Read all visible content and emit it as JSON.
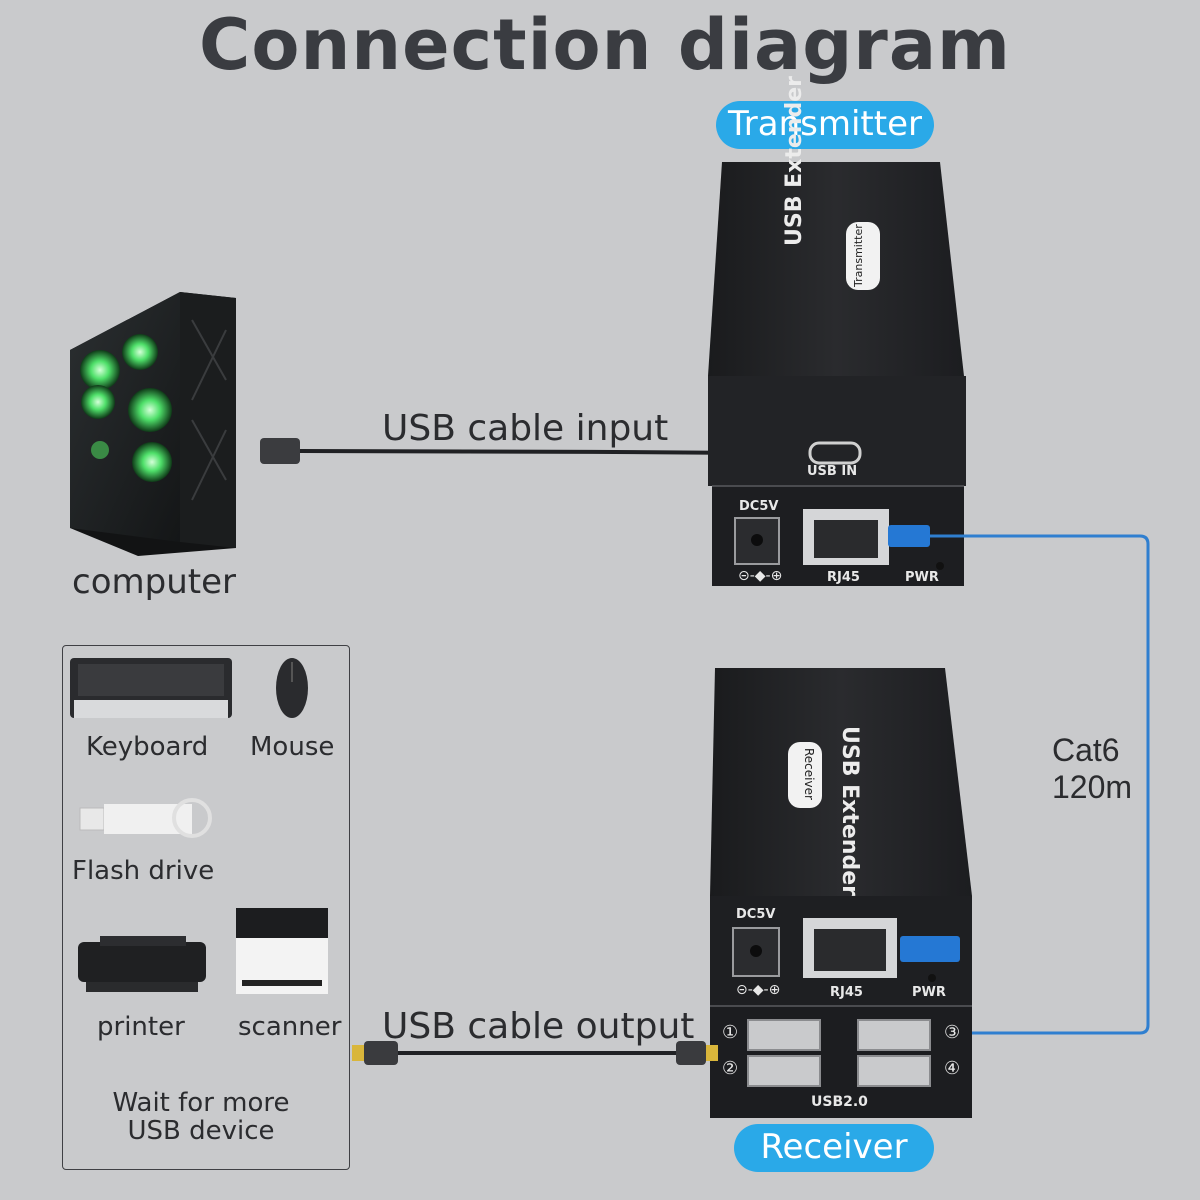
{
  "title": "Connection diagram",
  "transmitter": {
    "badge": "Transmitter",
    "top_label_main": "USB Extender",
    "top_label_tag": "Transmitter",
    "port_usb_in": "USB IN",
    "port_dc": "DC5V",
    "port_rj45": "RJ45",
    "port_pwr": "PWR"
  },
  "receiver": {
    "badge": "Receiver",
    "top_label_main": "USB Extender",
    "top_label_tag": "Receiver",
    "port_dc": "DC5V",
    "port_rj45": "RJ45",
    "port_pwr": "PWR",
    "port_usb": "USB2.0",
    "port_numbers": [
      "①",
      "②",
      "③",
      "④"
    ]
  },
  "computer_label": "computer",
  "cable_input_label": "USB cable input",
  "cable_output_label": "USB cable output",
  "cat6": {
    "line1": "Cat6",
    "line2": "120m"
  },
  "devices": {
    "keyboard": "Keyboard",
    "mouse": "Mouse",
    "flash": "Flash drive",
    "printer": "printer",
    "scanner": "scanner",
    "more_line1": "Wait for more",
    "more_line2": "USB device"
  },
  "colors": {
    "background": "#c9cacc",
    "accent": "#2aa9e8",
    "device_body": "#1f2023",
    "cat6_cable": "#2f7fd0"
  }
}
